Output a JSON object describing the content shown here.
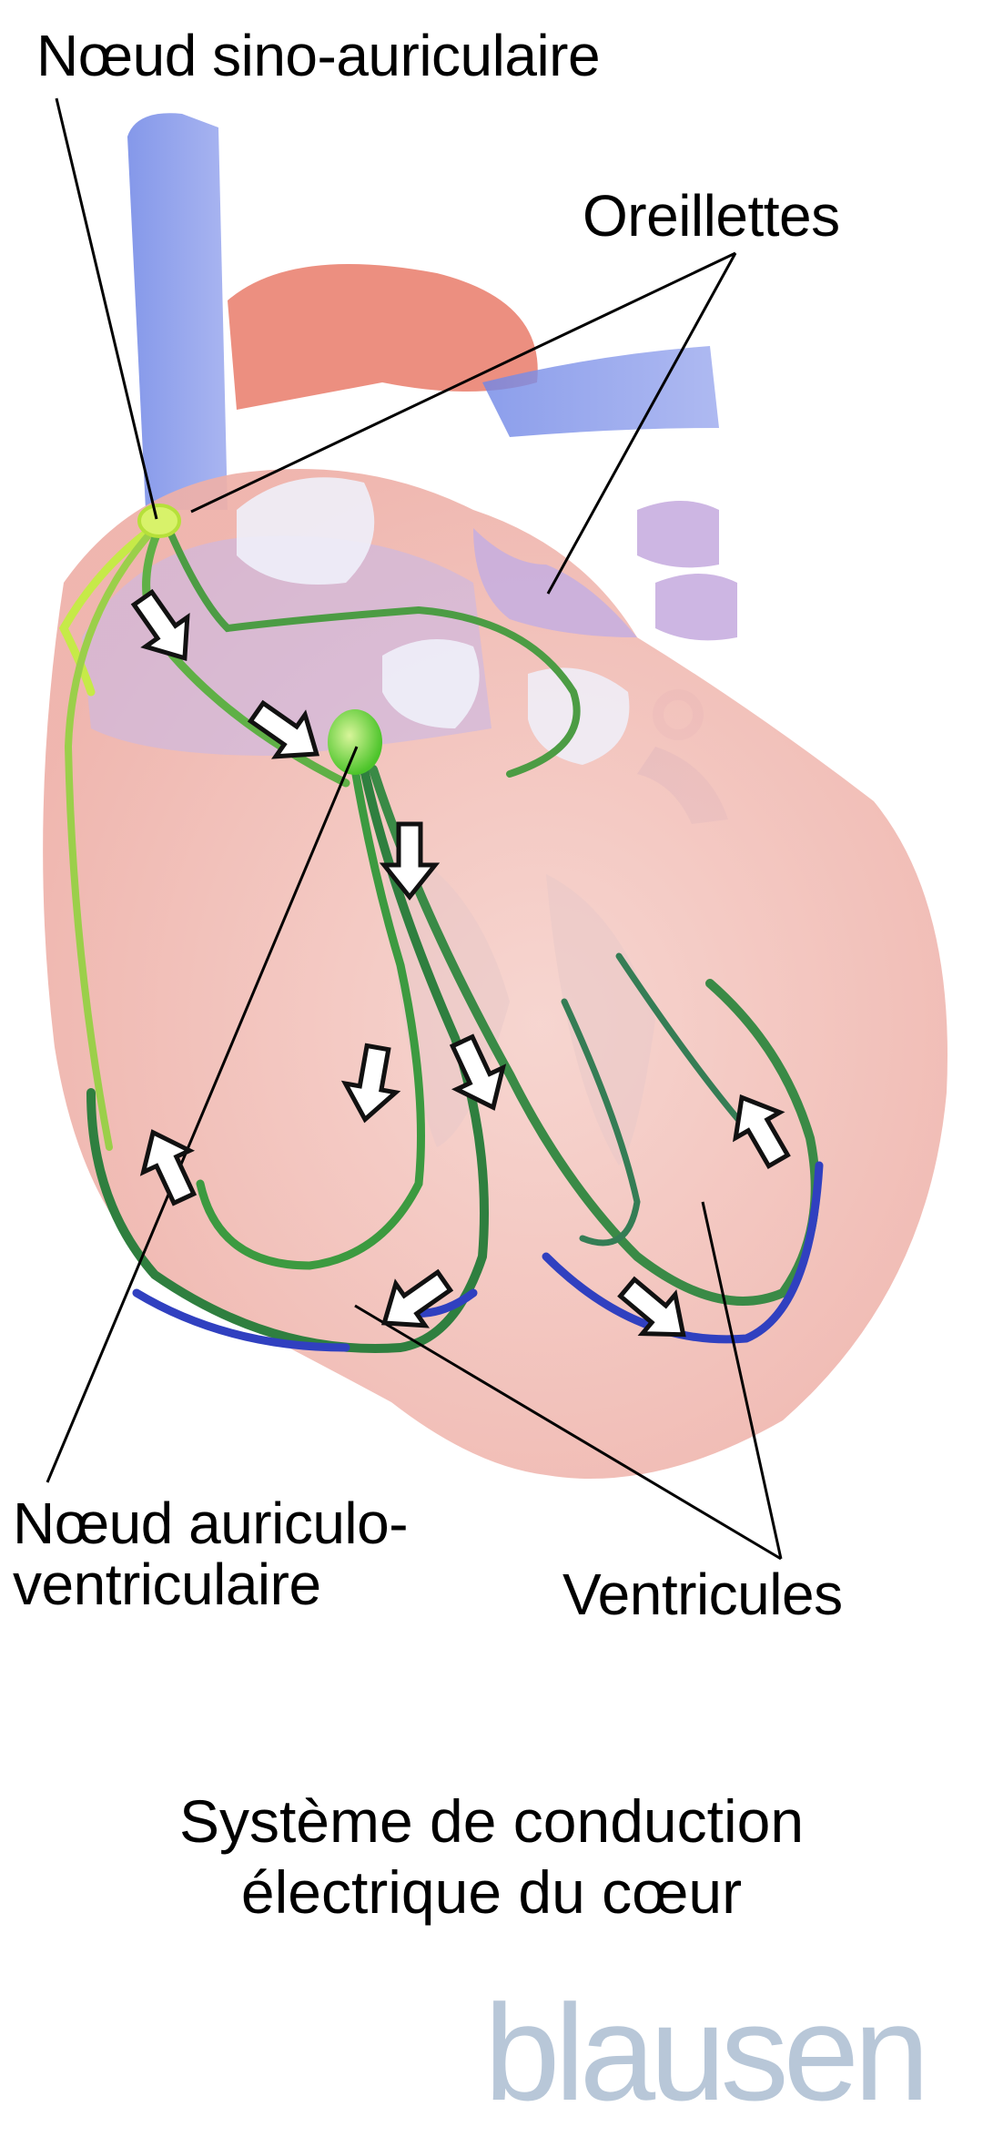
{
  "diagram": {
    "title_line1": "Système de conduction",
    "title_line2": "électrique du cœur",
    "labels": {
      "sa_node": "Nœud sino-auriculaire",
      "atria": "Oreillettes",
      "av_node_line1": "Nœud auriculo-",
      "av_node_line2": "ventriculaire",
      "ventricles": "Ventricules"
    },
    "brand": "blausen",
    "colors": {
      "vein_blue": "#7b8fe0",
      "artery_red": "#e8705c",
      "myocardium_pink": "#f2c2bc",
      "atrium_lavender": "#c9b8e0",
      "sa_node_yellowgreen": "#c8ec4a",
      "av_node_green": "#6fd83a",
      "fiber_green": "#3f9a3a",
      "purkinje_blue": "#3040c0",
      "arrow_fill": "#ffffff",
      "brand_gray": "#b8c7d8"
    },
    "arrows": [
      {
        "id": "a1",
        "dir": "down-right"
      },
      {
        "id": "a2",
        "dir": "right"
      },
      {
        "id": "a3",
        "dir": "down"
      },
      {
        "id": "a4",
        "dir": "down"
      },
      {
        "id": "a5",
        "dir": "down-right"
      },
      {
        "id": "a6",
        "dir": "up-left"
      },
      {
        "id": "a7",
        "dir": "down-left"
      },
      {
        "id": "a8",
        "dir": "down-right"
      },
      {
        "id": "a9",
        "dir": "up"
      }
    ]
  }
}
